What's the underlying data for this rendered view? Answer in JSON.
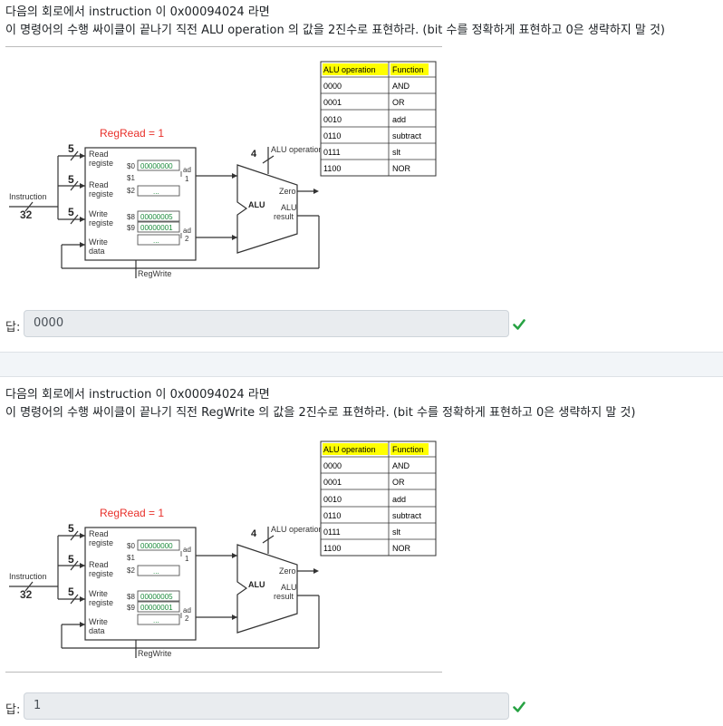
{
  "questions": [
    {
      "line1": "다음의 회로에서 instruction 이 0x00094024 라면",
      "line2": "이 명령어의 수행 싸이클이 끝나기 직전 ALU operation 의 값을 2진수로 표현하라. (bit 수를 정확하게 표현하고 0은 생략하지 말 것)",
      "answer_label": "답:",
      "answer_value": "0000"
    },
    {
      "line1": "다음의 회로에서 instruction 이 0x00094024 라면",
      "line2": "이 명령어의 수행 싸이클이 끝나기 직전 RegWrite 의 값을 2진수로 표현하라. (bit 수를 정확하게 표현하고 0은 생략하지 말 것)",
      "answer_label": "답:",
      "answer_value": "1"
    }
  ],
  "figure": {
    "regread": "RegRead = 1",
    "instruction": "Instruction",
    "instruction_bits": "32",
    "bits5": "5",
    "bits4": "4",
    "read1": [
      "Read",
      "registe"
    ],
    "read2": [
      "Read",
      "registe"
    ],
    "write_reg": [
      "Write",
      "registe"
    ],
    "write_data": [
      "Write",
      "data"
    ],
    "reg_s0": "$0",
    "reg_s1": "$1",
    "reg_s2": "$2",
    "reg_s8": "$8",
    "reg_s9": "$9",
    "val_s0": "00000000",
    "val_s8": "00000005",
    "val_s9": "00000001",
    "dots": "...",
    "ad1": "ad",
    "one": "1",
    "ad2": "ad",
    "two": "2",
    "regwrite": "RegWrite",
    "alu": "ALU",
    "alu_operation": "ALU operation",
    "zero": "Zero",
    "alu_result": [
      "ALU",
      "result"
    ],
    "table_header": [
      "ALU operation",
      "Function"
    ],
    "table_rows": [
      [
        "0000",
        "AND"
      ],
      [
        "0001",
        "OR"
      ],
      [
        "0010",
        "add"
      ],
      [
        "0110",
        "subtract"
      ],
      [
        "0111",
        "slt"
      ],
      [
        "1100",
        "NOR"
      ]
    ]
  },
  "colors": {
    "regread": "#e8302a",
    "register_value": "#1a8a3a",
    "table_header_bg": "#ffff00",
    "check": "#27a243"
  },
  "icons": {
    "status": "check-icon"
  }
}
